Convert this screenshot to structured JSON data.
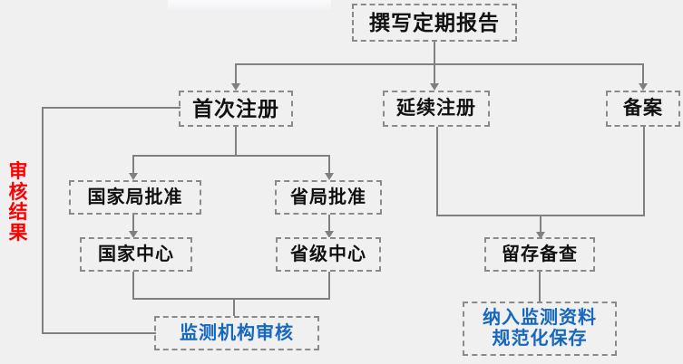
{
  "diagram": {
    "title_text": "撰写定期报告",
    "background_color": "#f0f0f0",
    "connector_color": "#808080",
    "border_color": "#8a8a8a",
    "text_color": "#111111",
    "accent_blue": "#1668bf",
    "accent_red": "#ff0000",
    "side_label": {
      "name": "审核结果",
      "chars": [
        "审",
        "核",
        "结",
        "果"
      ]
    },
    "nodes": {
      "report": "撰写定期报告",
      "first_registration": "首次注册",
      "renewal_registration": "延续注册",
      "filing": "备案",
      "national_bureau_approval": "国家局批准",
      "provincial_bureau_approval": "省局批准",
      "national_center": "国家中心",
      "provincial_center": "省级中心",
      "retain_for_inspection": "留存备查",
      "monitoring_agency_review": "监测机构审核",
      "archive_line1": "纳入监测资料",
      "archive_line2": "规范化保存",
      "archive_full": "纳入监测资料\n规范化保存"
    }
  }
}
